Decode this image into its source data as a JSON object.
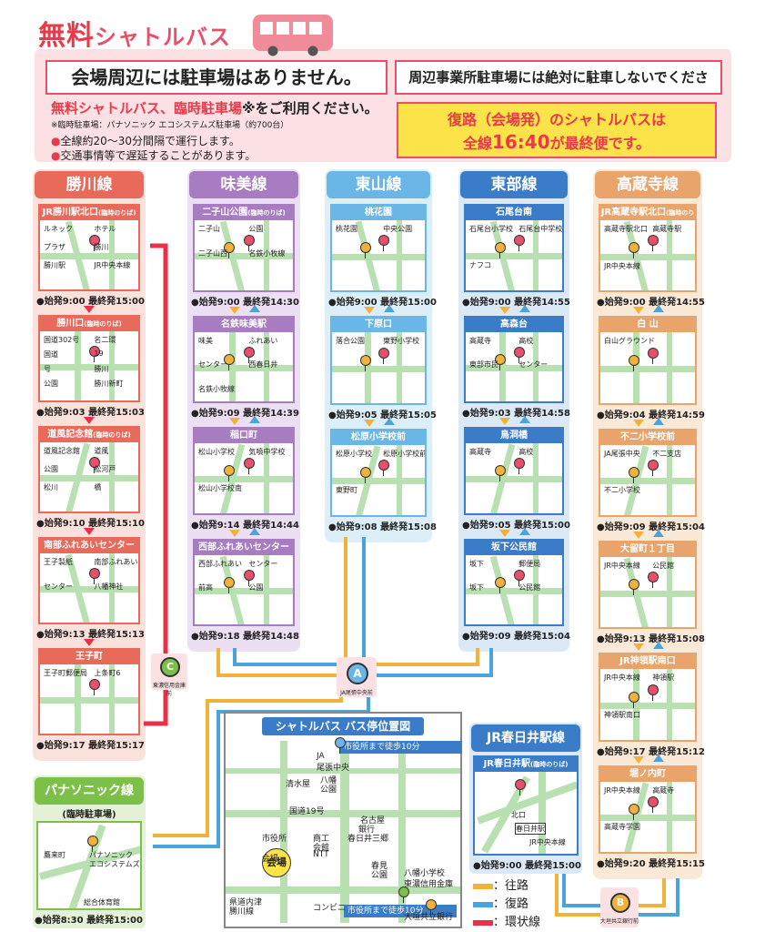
{
  "header": {
    "title_main": "無料",
    "title_sub": "シャトルバス",
    "notice_no_parking": "会場周辺には駐車場はありません。",
    "notice_no_business": "周辺事業所駐車場には絶対に駐車しないでください。",
    "use_line_a": "無料シャトルバス、臨時駐車場",
    "use_line_b": "※をご利用ください。",
    "parking_note": "※臨時駐車場：パナソニック エコシステムズ駐車場（約700台）",
    "bullet1": "全線約20～30分間隔で運行します。",
    "bullet2": "交通事情等で遅延することがあります。",
    "last_bus_1": "復路（会場発）のシャトルバスは",
    "last_bus_2a": "全線",
    "last_bus_time": "16:40",
    "last_bus_2b": "が最終便です。"
  },
  "colors": {
    "katsukawa": "#e86a5a",
    "ajiyoshi": "#a77cc0",
    "higashiyama": "#6ab6e6",
    "tobu": "#3a7cc8",
    "kozoji": "#e8a46a",
    "outbound": "#f0b23a",
    "inbound": "#4aa3dc",
    "loop": "#e8304a",
    "road": "#b9e0b1"
  },
  "routes": {
    "katsukawa": {
      "name": "勝川線",
      "stops": [
        {
          "name": "JR勝川駅北口",
          "note": "(臨時のりば)",
          "time": "●始発9:00 最終発15:00",
          "labels": [
            "ルネック",
            "ホテル",
            "プラザ",
            "勝川",
            "勝川駅",
            "JR中央本線"
          ]
        },
        {
          "name": "勝川口",
          "note": "(臨時のりば)",
          "time": "●始発9:03 最終発15:03",
          "labels": [
            "国道302号",
            "名二環",
            "国道",
            "19",
            "号",
            "勝川",
            "公園",
            "勝川新町"
          ]
        },
        {
          "name": "道風記念館",
          "note": "(臨時のりば)",
          "time": "●始発9:10 最終発15:10",
          "labels": [
            "道風記念館",
            "道風",
            "公園",
            "松河戸",
            "松川",
            "橋"
          ]
        },
        {
          "name": "南部ふれあいセンター",
          "note": "",
          "time": "●始発9:13 最終発15:13",
          "labels": [
            "王子製紙",
            "南部ふれあい",
            "センター",
            "八幡神社"
          ]
        },
        {
          "name": "王子町",
          "note": "",
          "time": "●始発9:17 最終発15:17",
          "labels": [
            "王子町郵便局",
            "上条町6"
          ]
        }
      ]
    },
    "ajiyoshi": {
      "name": "味美線",
      "stops": [
        {
          "name": "二子山公園",
          "note": "(臨時のりば)",
          "time": "●始発9:00 最終発14:30",
          "labels": [
            "二子山",
            "公園",
            "二子山西",
            "名鉄小牧線"
          ]
        },
        {
          "name": "名鉄味美駅",
          "note": "",
          "time": "●始発9:09 最終発14:39",
          "labels": [
            "味美",
            "ふれあい",
            "センター",
            "西春日井",
            "名鉄小牧線"
          ]
        },
        {
          "name": "稲口町",
          "note": "",
          "time": "●始発9:14 最終発14:44",
          "labels": [
            "松山小学校",
            "気噴中学校",
            "松山小学校南"
          ]
        },
        {
          "name": "西部ふれあいセンター",
          "note": "",
          "time": "●始発9:18 最終発14:48",
          "labels": [
            "西部ふれあい",
            "センター",
            "前高",
            "公園"
          ]
        }
      ]
    },
    "higashiyama": {
      "name": "東山線",
      "stops": [
        {
          "name": "桃花園",
          "note": "",
          "time": "●始発9:00 最終発15:00",
          "labels": [
            "桃花園",
            "中央公園"
          ]
        },
        {
          "name": "下原口",
          "note": "",
          "time": "●始発9:05 最終発15:05",
          "labels": [
            "落合公園",
            "東野小学校"
          ]
        },
        {
          "name": "松原小学校前",
          "note": "",
          "time": "●始発9:08 最終発15:08",
          "labels": [
            "松原小学校",
            "松原小学校前",
            "東野町"
          ]
        }
      ]
    },
    "tobu": {
      "name": "東部線",
      "stops": [
        {
          "name": "石尾台南",
          "note": "",
          "time": "●始発9:00 最終発14:55",
          "labels": [
            "石尾台小学校",
            "石尾台中学校",
            "ナフコ"
          ]
        },
        {
          "name": "高森台",
          "note": "",
          "time": "●始発9:03 最終発14:58",
          "labels": [
            "高蔵寺",
            "高校",
            "東部市民",
            "センター"
          ]
        },
        {
          "name": "鳥洞橋",
          "note": "",
          "time": "●始発9:05 最終発15:00",
          "labels": [
            "高蔵寺",
            "高校"
          ]
        },
        {
          "name": "坂下公民館",
          "note": "",
          "time": "●始発9:09 最終発15:04",
          "labels": [
            "坂下",
            "郵便局",
            "坂下",
            "公民館"
          ]
        }
      ]
    },
    "kozoji": {
      "name": "高蔵寺線",
      "stops": [
        {
          "name": "JR高蔵寺駅北口",
          "note": "(臨時のりば)",
          "time": "●始発9:00 最終発14:55",
          "labels": [
            "高蔵寺駅北口",
            "高蔵寺駅",
            "JR中央本線"
          ]
        },
        {
          "name": "白 山",
          "note": "",
          "time": "●始発9:04 最終発14:59",
          "labels": [
            "白山グラウンド"
          ]
        },
        {
          "name": "不二小学校前",
          "note": "",
          "time": "●始発9:09 最終発15:04",
          "labels": [
            "JA尾張中央",
            "不二支店",
            "不二小学校"
          ]
        },
        {
          "name": "大留町１丁目",
          "note": "",
          "time": "●始発9:13 最終発15:08",
          "labels": [
            "JR中央本線",
            "公民館"
          ]
        },
        {
          "name": "JR神領駅南口",
          "note": "",
          "time": "●始発9:17 最終発15:12",
          "labels": [
            "JR中央本線",
            "神領駅",
            "神領駅南口"
          ]
        },
        {
          "name": "堀ノ内町",
          "note": "",
          "time": "●始発9:20 最終発15:15",
          "labels": [
            "JR中央本線",
            "高蔵寺",
            "高蔵寺学園"
          ]
        }
      ]
    },
    "panasonic": {
      "name": "パナソニック線",
      "stop": "(臨時駐車場)",
      "time": "●始発8:30 最終発15:00",
      "labels": [
        "パナソニック",
        "エコシステムズ",
        "鷹来町",
        "総合体育館"
      ]
    },
    "kasugai": {
      "name": "JR春日井駅線",
      "stop": "JR春日井駅",
      "note": "(臨時のりば)",
      "time": "●始発9:00 最終発15:00",
      "labels": [
        "北口",
        "春日井駅",
        "JR中央本線"
      ]
    }
  },
  "hubs": {
    "A": "A",
    "A_label": "JA尾張中央前",
    "C": "C",
    "C_label": "東濃信用金庫前",
    "B": "B",
    "B_label": "大垣共立銀行前"
  },
  "center_map": {
    "title": "シャトルバス バス停位置図",
    "walk_top": "市役所まで徒歩10分",
    "walk_bottom": "市役所まで徒歩10分",
    "labels": [
      "JA",
      "尾張中央",
      "清水屋",
      "八幡",
      "公園",
      "国道19号",
      "名古屋",
      "銀行",
      "市役所",
      "商工",
      "会館",
      "NTT",
      "春日井三郷",
      "会場",
      "春見",
      "公園",
      "八幡小学校",
      "東濃信用金庫",
      "県道内津",
      "勝川線",
      "コンビニ",
      "大垣共立銀行"
    ],
    "venue": "会場"
  },
  "legend": {
    "outbound": "：往路",
    "inbound": "：復路",
    "loop": "：環状線"
  }
}
